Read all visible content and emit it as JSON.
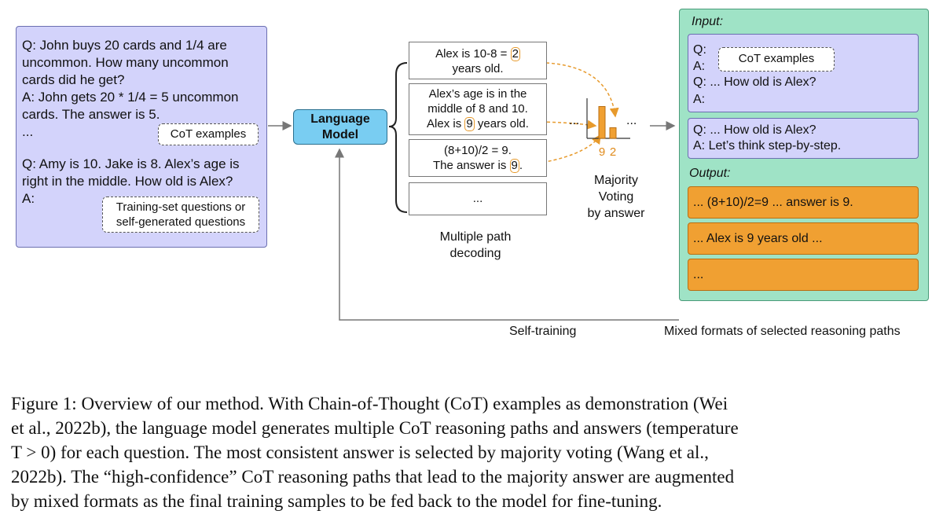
{
  "prompt": {
    "lines": [
      "Q: John buys 20 cards and 1/4 are",
      "uncommon. How many uncommon",
      "cards did he get?",
      "A: John gets 20 * 1/4 = 5 uncommon",
      "cards. The answer is 5.",
      "...",
      "Q: Amy is 10. Jake is 8. Alex’s age is",
      "right in the middle. How old is Alex?",
      "A:"
    ],
    "cot_tag": "CoT examples",
    "training_tag_1": "Training-set questions or",
    "training_tag_2": "self-generated questions"
  },
  "model": {
    "line1": "Language",
    "line2": "Model"
  },
  "paths": {
    "p1_a": "Alex is 10-8 =",
    "p1_hl": "2",
    "p1_b": "years old.",
    "p2_a": "Alex’s age is in the",
    "p2_b": "middle of 8 and 10.",
    "p2_c": "Alex is",
    "p2_hl": "9",
    "p2_d": "years old.",
    "p3_a": "(8+10)/2 = 9.",
    "p3_b": "The answer is",
    "p3_hl": "9",
    "p3_c": ".",
    "p4": "...",
    "caption_1": "Multiple path",
    "caption_2": "decoding"
  },
  "voting": {
    "dots_left": "...",
    "dots_right": "...",
    "answers": [
      {
        "label": "9",
        "count": 3
      },
      {
        "label": "2",
        "count": 1
      }
    ],
    "caption_1": "Majority",
    "caption_2": "Voting",
    "caption_3": "by answer"
  },
  "panel": {
    "input_label": "Input:",
    "in1_q": "Q:",
    "in1_a": "A:",
    "in1_cot": "CoT examples",
    "in1_q2": "Q: ... How old is Alex?",
    "in1_a2": "A:",
    "in2_q": "Q: ... How old is Alex?",
    "in2_a": "A: Let’s think step-by-step.",
    "output_label": "Output:",
    "out1": "... (8+10)/2=9 ... answer is 9.",
    "out2": "... Alex is 9 years old ...",
    "out3": "..."
  },
  "labels": {
    "self_training": "Self-training",
    "mixed_formats": "Mixed formats of selected reasoning paths"
  },
  "caption": {
    "lines": [
      "Figure 1: Overview of our method. With Chain-of-Thought (CoT) examples as demonstration (Wei",
      "et al., 2022b), the language model generates multiple CoT reasoning paths and answers (temperature",
      "T > 0) for each question. The most consistent answer is selected by majority voting (Wang et al.,",
      "2022b). The “high-confidence” CoT reasoning paths that lead to the majority answer are augmented",
      "by mixed formats as the final training samples to be fed back to the model for fine-tuning."
    ]
  },
  "colors": {
    "orange": "#f0a032",
    "lavender": "#d3d3fb",
    "mint": "#9fe3c6",
    "blue": "#79cdf2"
  }
}
